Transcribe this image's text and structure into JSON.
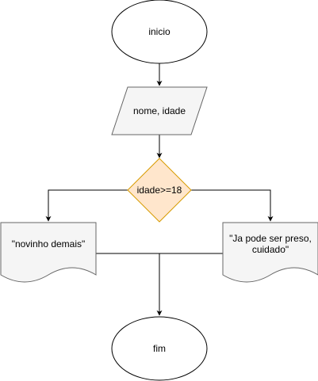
{
  "diagram": {
    "type": "flowchart",
    "nodes": {
      "start": {
        "shape": "ellipse",
        "label": "inicio"
      },
      "input": {
        "shape": "parallelogram",
        "label": "nome, idade"
      },
      "decision": {
        "shape": "diamond",
        "label": "idade>=18"
      },
      "output_left": {
        "shape": "document",
        "label": "\"novinho demais\""
      },
      "output_right": {
        "shape": "document",
        "label": "\"Ja pode ser preso,\ncuidado\""
      },
      "end": {
        "shape": "ellipse",
        "label": "fim"
      }
    },
    "edges": [
      {
        "from": "start",
        "to": "input"
      },
      {
        "from": "input",
        "to": "decision"
      },
      {
        "from": "decision",
        "to": "output_left"
      },
      {
        "from": "decision",
        "to": "output_right"
      },
      {
        "from": "output_left",
        "to": "end"
      },
      {
        "from": "output_right",
        "to": "end"
      }
    ],
    "colors": {
      "stroke": "#000000",
      "node_fill": "#f5f5f5",
      "node_stroke": "#666666",
      "decision_fill": "#ffe6cc",
      "decision_stroke": "#d79b00",
      "ellipse_fill": "#ffffff"
    }
  }
}
